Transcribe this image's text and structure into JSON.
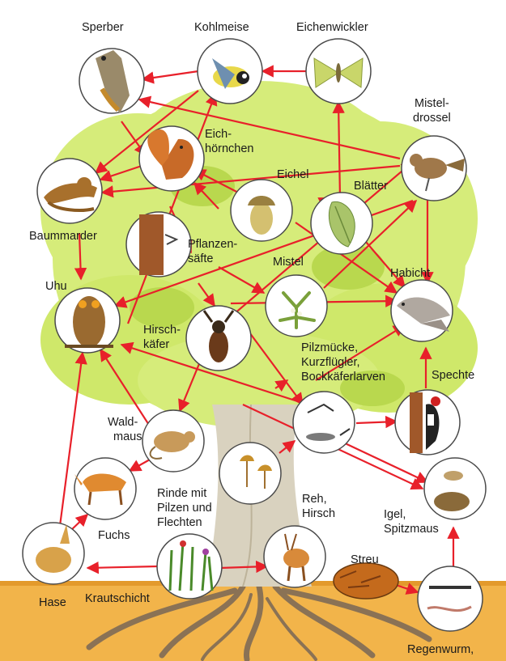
{
  "labels": {
    "sperber": "Sperber",
    "kohlmeise": "Kohlmeise",
    "eichenwickler": "Eichenwickler",
    "misteldrossel_1": "Mistel-",
    "misteldrossel_2": "drossel",
    "eichhoernchen_1": "Eich-",
    "eichhoernchen_2": "hörnchen",
    "eichel": "Eichel",
    "blaetter": "Blätter",
    "baummarder": "Baummarder",
    "pflanzensaefte_1": "Pflanzen-",
    "pflanzensaefte_2": "säfte",
    "mistel": "Mistel",
    "habicht": "Habicht",
    "uhu": "Uhu",
    "hirschkaefer_1": "Hirsch-",
    "hirschkaefer_2": "käfer",
    "pilzmuecke_1": "Pilzmücke,",
    "pilzmuecke_2": "Kurzflügler,",
    "pilzmuecke_3": "Bockkäferlarven",
    "spechte": "Spechte",
    "waldmaus_1": "Wald-",
    "waldmaus_2": "maus",
    "rinde_1": "Rinde mit",
    "rinde_2": "Pilzen und",
    "rinde_3": "Flechten",
    "reh_1": "Reh,",
    "reh_2": "Hirsch",
    "igel_1": "Igel,",
    "igel_2": "Spitzmaus",
    "fuchs": "Fuchs",
    "streu": "Streu",
    "hase": "Hase",
    "krautschicht": "Krautschicht",
    "regenwurm": "Regenwurm,"
  },
  "colors": {
    "arrow": "#e8202a",
    "foliage": "#d6ec7a",
    "foliage_dark": "#b9d84e",
    "soil": "#f2b44a",
    "trunk": "#d9d2bf",
    "roots": "#8a7255"
  }
}
